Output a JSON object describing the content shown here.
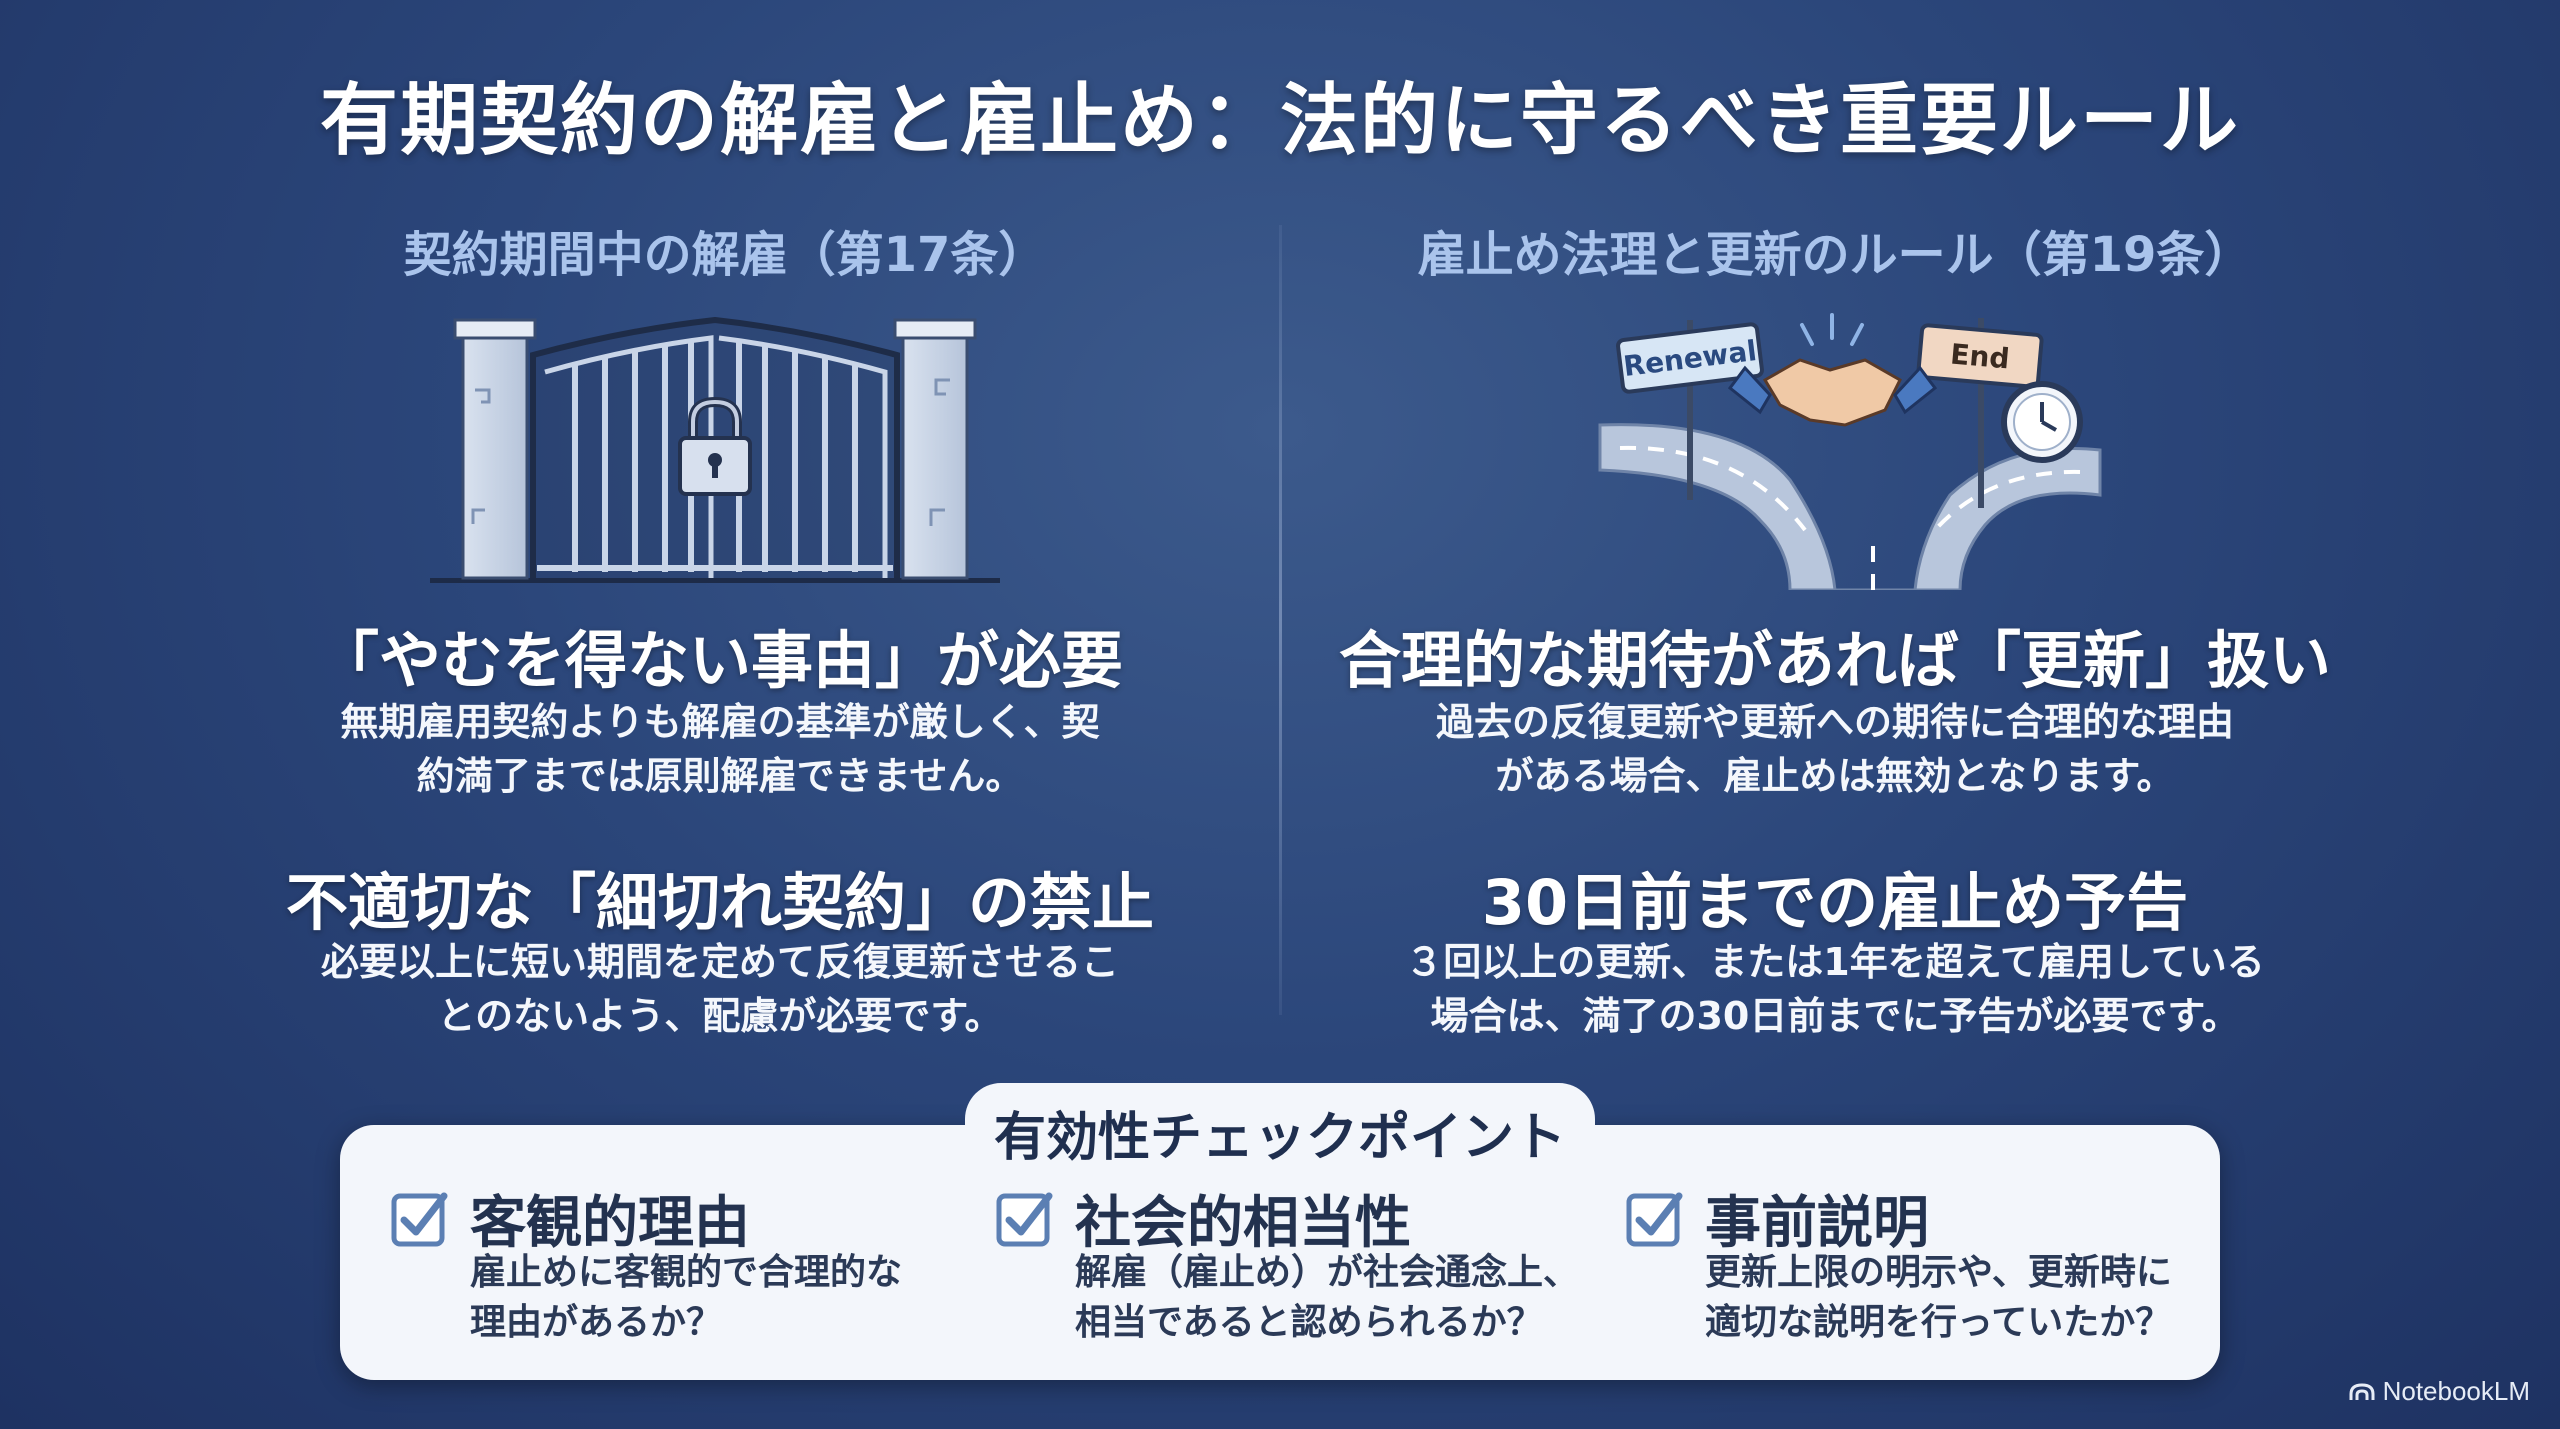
{
  "title": "有期契約の解雇と雇止め：法的に守るべき重要ルール",
  "left": {
    "heading": "契約期間中の解雇（第17条）",
    "block1": {
      "title": "「やむを得ない事由」が必要",
      "lines": [
        "無期雇用契約よりも解雇の基準が厳しく、契",
        "約満了までは原則解雇できません。"
      ]
    },
    "block2": {
      "title": "不適切な「細切れ契約」の禁止",
      "lines": [
        "必要以上に短い期間を定めて反復更新させるこ",
        "とのないよう、配慮が必要です。"
      ]
    }
  },
  "right": {
    "heading": "雇止め法理と更新のルール（第19条）",
    "sign_renewal": "Renewal",
    "sign_end": "End",
    "block1": {
      "title": "合理的な期待があれば「更新」扱い",
      "lines": [
        "過去の反復更新や更新への期待に合理的な理由",
        "がある場合、雇止めは無効となります。"
      ]
    },
    "block2": {
      "title": "30日前までの雇止め予告",
      "lines": [
        "３回以上の更新、または1年を超えて雇用している",
        "場合は、満了の30日前までに予告が必要です。"
      ]
    }
  },
  "checkpoints": {
    "title": "有効性チェックポイント",
    "items": [
      {
        "title": "客観的理由",
        "lines": [
          "雇止めに客観的で合理的な",
          "理由があるか？"
        ]
      },
      {
        "title": "社会的相当性",
        "lines": [
          "解雇（雇止め）が社会通念上、",
          "相当であると認められるか？"
        ]
      },
      {
        "title": "事前説明",
        "lines": [
          "更新上限の明示や、更新時に",
          "適切な説明を行っていたか？"
        ]
      }
    ]
  },
  "brand": "NotebookLM",
  "colors": {
    "background": "#2b467a",
    "heading_accent": "#aac4ec",
    "card": "#f3f6fb",
    "card_text": "#23324f",
    "checkbox": "#5b7fb3"
  }
}
